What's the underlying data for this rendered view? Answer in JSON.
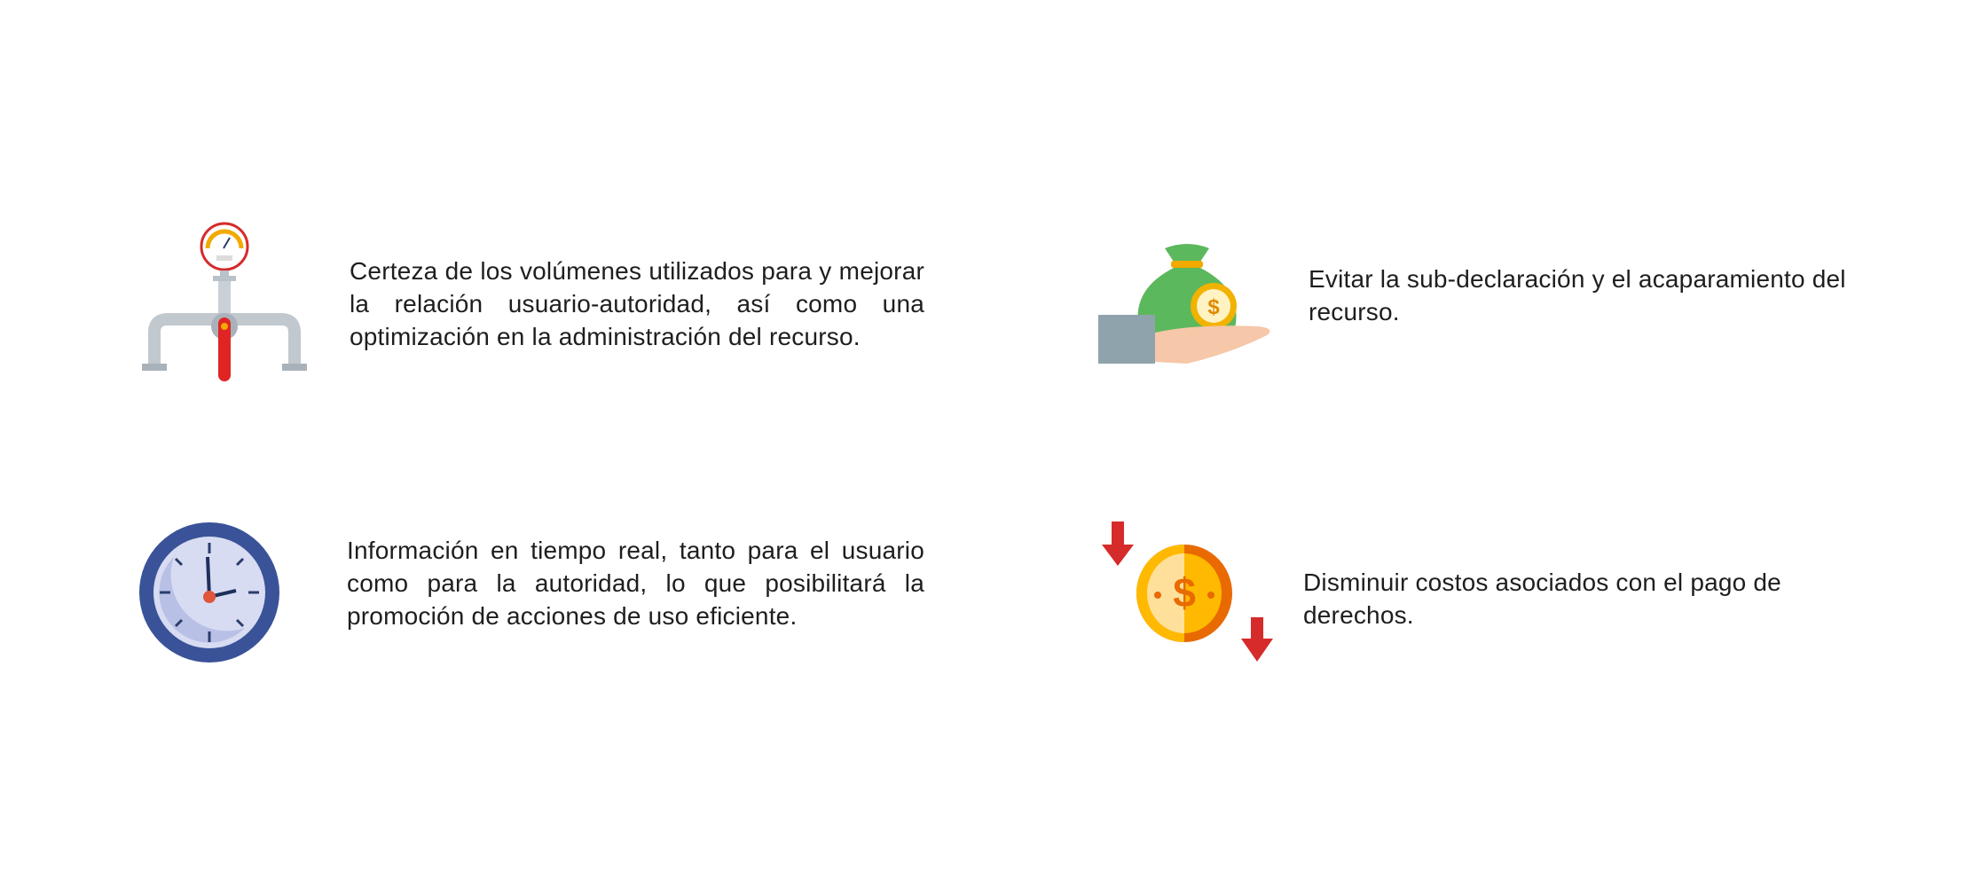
{
  "items": [
    {
      "icon": "pipe-gauge-icon",
      "text": "Certeza de los volúmenes utilizados para y mejorar la relación usuario-autoridad, así como una optimización en la administración del recurso."
    },
    {
      "icon": "money-bag-hand-icon",
      "text": "Evitar la sub-declaración y el acaparamiento del recurso."
    },
    {
      "icon": "clock-icon",
      "text": "Información en tiempo real, tanto para el usuario como para la autoridad, lo que posibilitará la promoción de acciones de uso eficiente."
    },
    {
      "icon": "coin-down-arrows-icon",
      "text": "Disminuir costos asociados con el pago de derechos."
    }
  ],
  "colors": {
    "red": "#d62b2b",
    "orange": "#e86a00",
    "gold": "#ffb900",
    "green": "#5cb85c",
    "navy": "#3a5298"
  }
}
